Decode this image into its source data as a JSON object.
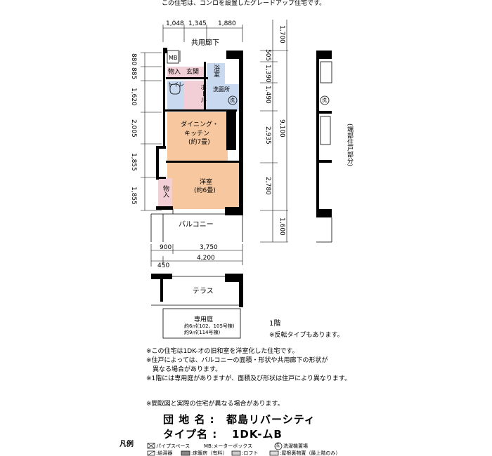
{
  "header_note": "この住宅は、コンロを設置したグレードアップ住宅です。",
  "dims_top": [
    "1,048",
    "1,345",
    "1,880"
  ],
  "dims_left": [
    "880",
    "885",
    "1,620",
    "2,005",
    "1,855",
    "1,855"
  ],
  "dims_right_inner": [
    "505",
    "1,390",
    "1,490",
    "2,935",
    "2,780"
  ],
  "dims_right_outer": [
    "1,700",
    "9,100",
    "1,600"
  ],
  "dims_bottom": [
    "900",
    "3,750",
    "4,200",
    "450"
  ],
  "rooms": {
    "corridor": "共用廊下",
    "mb": "MB",
    "storage1": "物入",
    "entrance": "玄関",
    "bath": "浴室",
    "toilet": "トイレ",
    "hall": "ホール",
    "washroom": "洗面所",
    "wash_mark": "洗",
    "dining_line1": "ダイニング・",
    "dining_line2": "キッチン",
    "dining_size": "(約7畳)",
    "western": "洋室",
    "western_size": "(約6畳)",
    "storage2": "物入",
    "balcony": "バルコニー"
  },
  "side_label": "(端部住戸部分)",
  "side_wash": "洗",
  "terrace": "テラス",
  "garden_title": "専用庭",
  "garden_line1": "約6㎡(102、105号棟)",
  "garden_line2": "約9㎡(114号棟)",
  "floor_label": "1階",
  "reverse_note": "※反転タイプもあります。",
  "notes": [
    "※この住宅は1DK-オの旧和室を洋室化した住宅です。",
    "※住戸によっては、バルコニーの面積・形状や共用廊下の形状が",
    "　異なる場合があります。",
    "※1階には専用庭がありますが、面積及び形状は住戸により異なります。"
  ],
  "disclaimer": "※間取図と実際の住宅が異なる場合があります。",
  "complex_label": "団 地 名 :",
  "complex_value": "都島リバーシティ",
  "type_label": "タイプ名 :",
  "type_value": "1DK-ムB",
  "legend_title": "凡例",
  "legend_row1": [
    "パイプスペース",
    "MB:メーターボックス",
    "洗濯機置場"
  ],
  "legend_row1_wash": "洗",
  "legend_row2": [
    ":給湯器",
    ":床暖房（有料）",
    ":ロフト",
    ":屋根裏物置（最上階のみ）"
  ],
  "colors": {
    "room_pink": "#f2cfd6",
    "room_orange": "#f7c8a0",
    "room_blue": "#c8d9f0",
    "wall": "#000000"
  }
}
